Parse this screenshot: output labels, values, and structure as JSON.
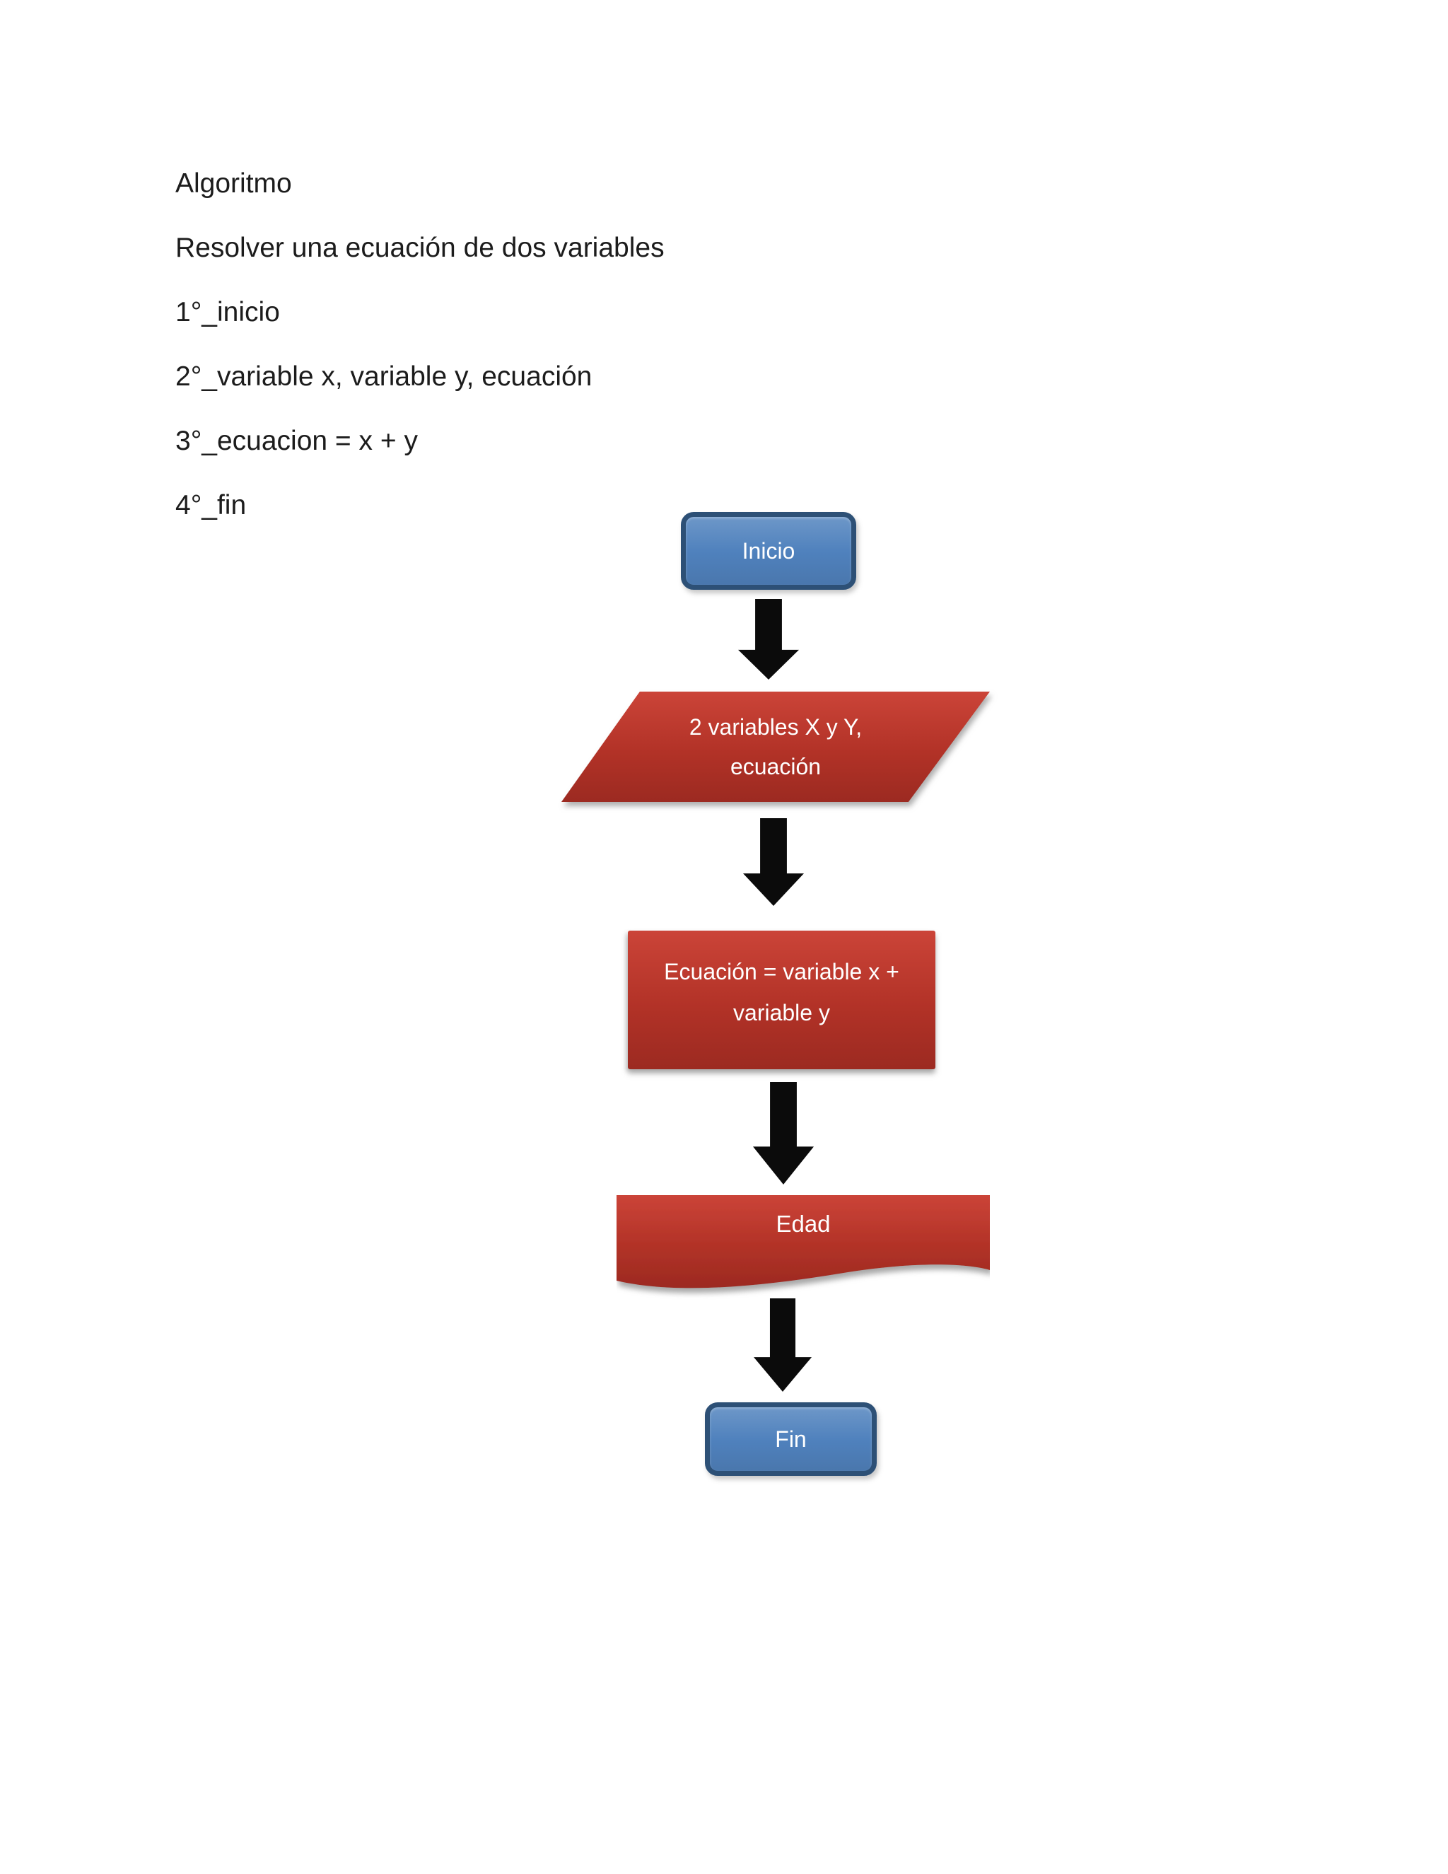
{
  "doc": {
    "paragraphs": [
      "Algoritmo",
      "Resolver una ecuación de dos variables",
      "1°_inicio",
      "2°_variable x, variable y, ecuación",
      "3°_ecuacion = x + y",
      "4°_fin"
    ]
  },
  "flowchart": {
    "start": {
      "shape": "rounded-rectangle",
      "label": "Inicio"
    },
    "input": {
      "shape": "parallelogram",
      "lines": [
        "2 variables X y Y,",
        "ecuación"
      ]
    },
    "process": {
      "shape": "rectangle",
      "lines": [
        "Ecuación = variable x +",
        "variable y"
      ]
    },
    "document": {
      "shape": "document-wave",
      "label": "Edad"
    },
    "end": {
      "shape": "rounded-rectangle",
      "label": "Fin"
    },
    "connectors": [
      {
        "icon": "arrow-down-icon"
      },
      {
        "icon": "arrow-down-icon"
      },
      {
        "icon": "arrow-down-icon"
      },
      {
        "icon": "arrow-down-icon"
      }
    ]
  },
  "colors": {
    "pagebg": "#ffffff",
    "ink": "#1c1c1c",
    "shapetext": "#ffffff",
    "bluelight": "#6d97c8",
    "bluefill": "#4f81bd",
    "bluedark": "#4a77ad",
    "blueborder": "#2d5076",
    "redtop": "#cb4438",
    "redmid": "#b23227",
    "redbottom": "#9c2a21",
    "arrowink": "#0b0b0b"
  }
}
